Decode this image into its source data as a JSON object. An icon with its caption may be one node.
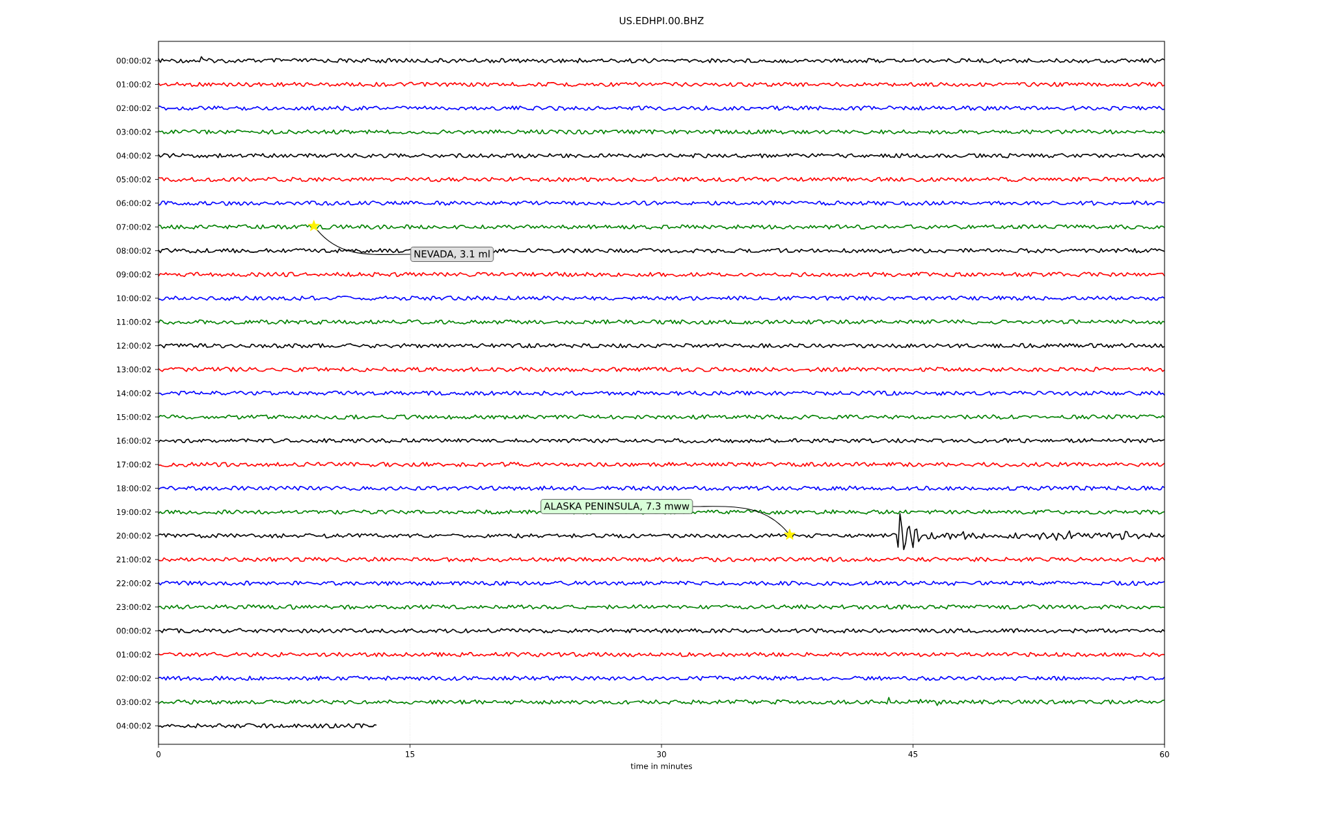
{
  "diagram": {
    "title": "US.EDHPI.00.BHZ",
    "nodes": [
      {
        "text": [
          "NEVADA, 3.1 ml"
        ]
      },
      {
        "text": [],
        "shape": "star"
      },
      {
        "text": [
          "ALASKA PENINSULA, 7.3 mww"
        ]
      },
      {
        "text": [],
        "shape": "star"
      }
    ],
    "edges": [
      {
        "from": 0,
        "to": 1,
        "arrow": "none"
      },
      {
        "from": 2,
        "to": 3,
        "arrow": "none"
      }
    ],
    "labels": [
      "00:00:02",
      "01:00:02",
      "02:00:02",
      "03:00:02",
      "04:00:02",
      "05:00:02",
      "06:00:02",
      "07:00:02",
      "08:00:02",
      "09:00:02",
      "10:00:02",
      "11:00:02",
      "12:00:02",
      "13:00:02",
      "14:00:02",
      "15:00:02",
      "16:00:02",
      "17:00:02",
      "18:00:02",
      "19:00:02",
      "20:00:02",
      "21:00:02",
      "22:00:02",
      "23:00:02",
      "00:00:02",
      "01:00:02",
      "02:00:02",
      "03:00:02",
      "04:00:02",
      "0",
      "15",
      "30",
      "45",
      "60",
      "time in minutes"
    ]
  }
}
